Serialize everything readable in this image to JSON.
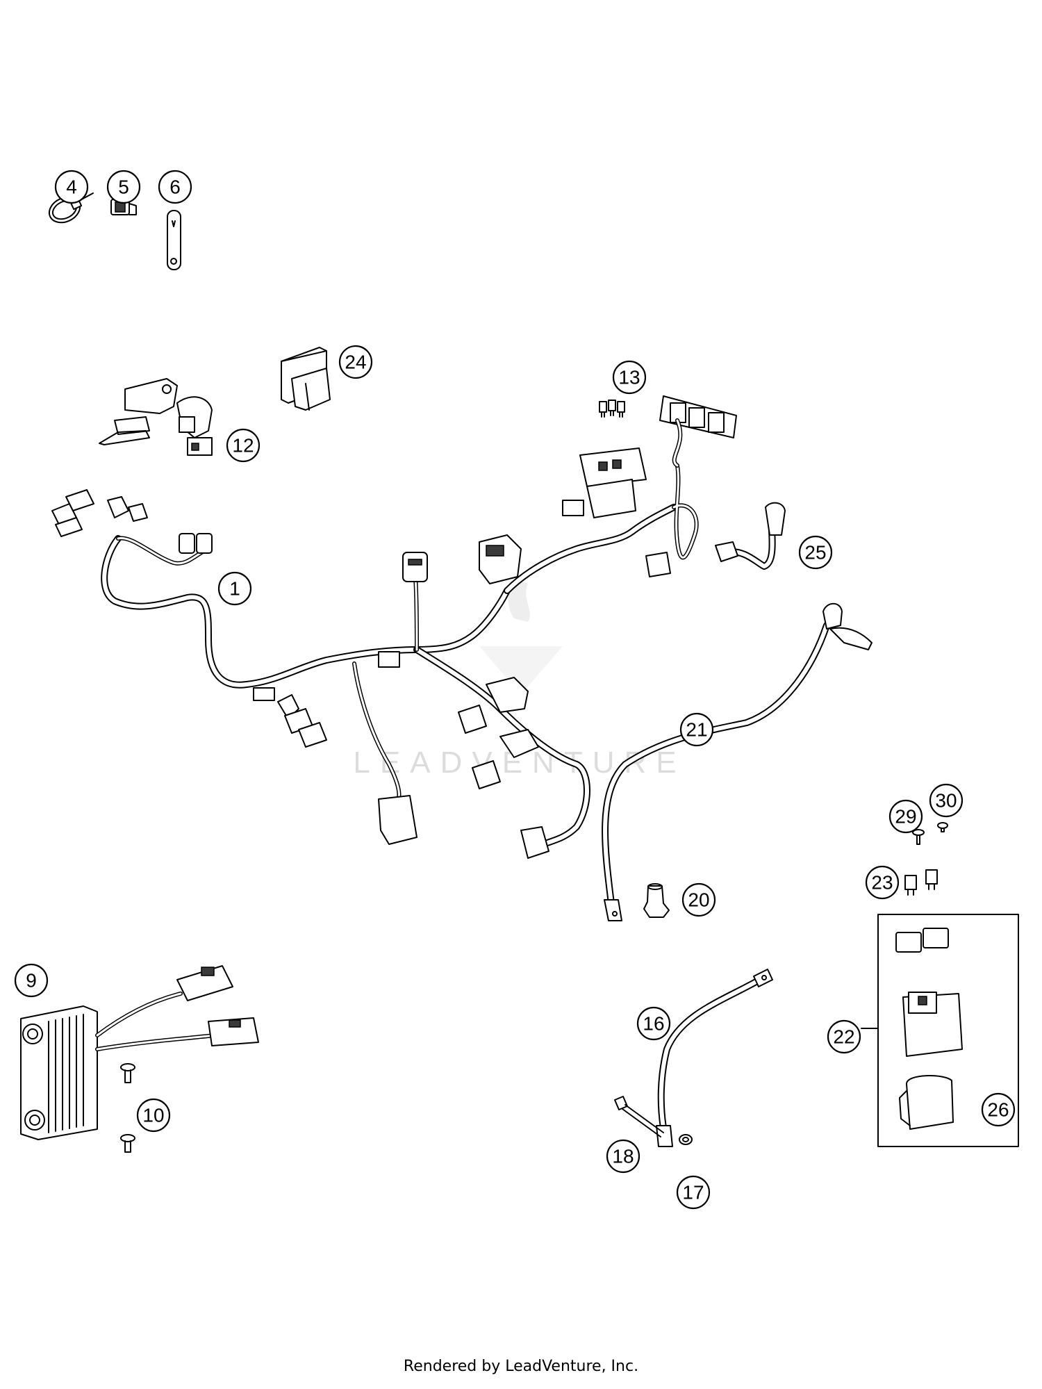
{
  "watermark": "LEADVENTURE",
  "footer": "Rendered by LeadVenture, Inc.",
  "callouts": [
    "1",
    "4",
    "5",
    "6",
    "9",
    "10",
    "12",
    "13",
    "16",
    "17",
    "18",
    "20",
    "21",
    "22",
    "23",
    "24",
    "25",
    "26",
    "29",
    "30"
  ]
}
